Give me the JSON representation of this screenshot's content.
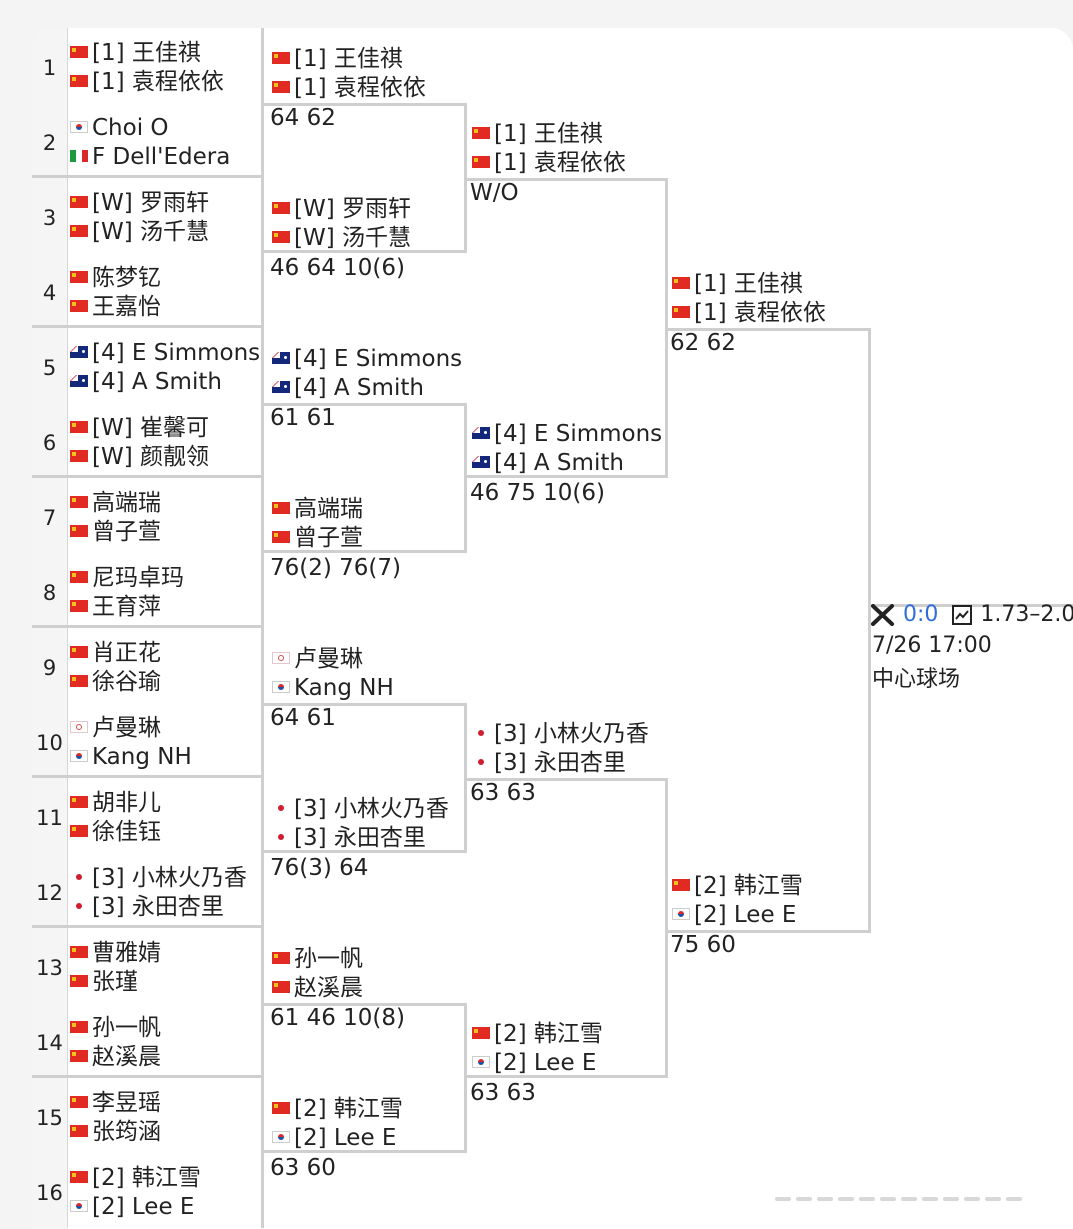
{
  "round1": [
    {
      "seed": "1",
      "players": [
        {
          "flag": "cn",
          "name": "[1] 王佳祺"
        },
        {
          "flag": "cn",
          "name": "[1] 袁程依依"
        }
      ]
    },
    {
      "seed": "2",
      "players": [
        {
          "flag": "kr",
          "name": "Choi O"
        },
        {
          "flag": "it",
          "name": "F Dell'Edera"
        }
      ]
    },
    {
      "seed": "3",
      "players": [
        {
          "flag": "cn",
          "name": "[W] 罗雨轩"
        },
        {
          "flag": "cn",
          "name": "[W] 汤千慧"
        }
      ]
    },
    {
      "seed": "4",
      "players": [
        {
          "flag": "cn",
          "name": "陈梦钇"
        },
        {
          "flag": "cn",
          "name": "王嘉怡"
        }
      ]
    },
    {
      "seed": "5",
      "players": [
        {
          "flag": "au",
          "name": "[4] E Simmons"
        },
        {
          "flag": "au",
          "name": "[4] A Smith"
        }
      ]
    },
    {
      "seed": "6",
      "players": [
        {
          "flag": "cn",
          "name": "[W] 崔馨可"
        },
        {
          "flag": "cn",
          "name": "[W] 颜靓领"
        }
      ]
    },
    {
      "seed": "7",
      "players": [
        {
          "flag": "cn",
          "name": "高端瑞"
        },
        {
          "flag": "cn",
          "name": "曾子萱"
        }
      ]
    },
    {
      "seed": "8",
      "players": [
        {
          "flag": "cn",
          "name": "尼玛卓玛"
        },
        {
          "flag": "cn",
          "name": "王育萍"
        }
      ]
    },
    {
      "seed": "9",
      "players": [
        {
          "flag": "cn",
          "name": "肖正花"
        },
        {
          "flag": "cn",
          "name": "徐谷瑜"
        }
      ]
    },
    {
      "seed": "10",
      "players": [
        {
          "flag": "tpe",
          "name": "卢曼琳"
        },
        {
          "flag": "kr",
          "name": "Kang NH"
        }
      ]
    },
    {
      "seed": "11",
      "players": [
        {
          "flag": "cn",
          "name": "胡非儿"
        },
        {
          "flag": "cn",
          "name": "徐佳钰"
        }
      ]
    },
    {
      "seed": "12",
      "players": [
        {
          "flag": "jp",
          "name": "[3] 小林火乃香"
        },
        {
          "flag": "jp",
          "name": "[3] 永田杏里"
        }
      ]
    },
    {
      "seed": "13",
      "players": [
        {
          "flag": "cn",
          "name": "曹雅婧"
        },
        {
          "flag": "cn",
          "name": "张瑾"
        }
      ]
    },
    {
      "seed": "14",
      "players": [
        {
          "flag": "cn",
          "name": "孙一帆"
        },
        {
          "flag": "cn",
          "name": "赵溪晨"
        }
      ]
    },
    {
      "seed": "15",
      "players": [
        {
          "flag": "cn",
          "name": "李昱瑶"
        },
        {
          "flag": "cn",
          "name": "张筠涵"
        }
      ]
    },
    {
      "seed": "16",
      "players": [
        {
          "flag": "cn",
          "name": "[2] 韩江雪"
        },
        {
          "flag": "kr",
          "name": "[2] Lee E"
        }
      ]
    }
  ],
  "round2": [
    {
      "players": [
        {
          "flag": "cn",
          "name": "[1] 王佳祺"
        },
        {
          "flag": "cn",
          "name": "[1] 袁程依依"
        }
      ],
      "score": "64 62"
    },
    {
      "players": [
        {
          "flag": "cn",
          "name": "[W] 罗雨轩"
        },
        {
          "flag": "cn",
          "name": "[W] 汤千慧"
        }
      ],
      "score": "46 64 10(6)"
    },
    {
      "players": [
        {
          "flag": "au",
          "name": "[4] E Simmons"
        },
        {
          "flag": "au",
          "name": "[4] A Smith"
        }
      ],
      "score": "61 61"
    },
    {
      "players": [
        {
          "flag": "cn",
          "name": "高端瑞"
        },
        {
          "flag": "cn",
          "name": "曾子萱"
        }
      ],
      "score": "76(2) 76(7)"
    },
    {
      "players": [
        {
          "flag": "tpe",
          "name": "卢曼琳"
        },
        {
          "flag": "kr",
          "name": "Kang NH"
        }
      ],
      "score": "64 61"
    },
    {
      "players": [
        {
          "flag": "jp",
          "name": "[3] 小林火乃香"
        },
        {
          "flag": "jp",
          "name": "[3] 永田杏里"
        }
      ],
      "score": "76(3) 64"
    },
    {
      "players": [
        {
          "flag": "cn",
          "name": "孙一帆"
        },
        {
          "flag": "cn",
          "name": "赵溪晨"
        }
      ],
      "score": "61 46 10(8)"
    },
    {
      "players": [
        {
          "flag": "cn",
          "name": "[2] 韩江雪"
        },
        {
          "flag": "kr",
          "name": "[2] Lee E"
        }
      ],
      "score": "63 60"
    }
  ],
  "round3": [
    {
      "players": [
        {
          "flag": "cn",
          "name": "[1] 王佳祺"
        },
        {
          "flag": "cn",
          "name": "[1] 袁程依依"
        }
      ],
      "score": "W/O"
    },
    {
      "players": [
        {
          "flag": "au",
          "name": "[4] E Simmons"
        },
        {
          "flag": "au",
          "name": "[4] A Smith"
        }
      ],
      "score": "46 75 10(6)"
    },
    {
      "players": [
        {
          "flag": "jp",
          "name": "[3] 小林火乃香"
        },
        {
          "flag": "jp",
          "name": "[3] 永田杏里"
        }
      ],
      "score": "63 63"
    },
    {
      "players": [
        {
          "flag": "cn",
          "name": "[2] 韩江雪"
        },
        {
          "flag": "kr",
          "name": "[2] Lee E"
        }
      ],
      "score": "63 63"
    }
  ],
  "round4": [
    {
      "players": [
        {
          "flag": "cn",
          "name": "[1] 王佳祺"
        },
        {
          "flag": "cn",
          "name": "[1] 袁程依依"
        }
      ],
      "score": "62 62"
    },
    {
      "players": [
        {
          "flag": "cn",
          "name": "[2] 韩江雪"
        },
        {
          "flag": "kr",
          "name": "[2] Lee E"
        }
      ],
      "score": "75 60"
    }
  ],
  "final": {
    "odds_link": "0:0",
    "odds": "1.73–2.0",
    "datetime": "7/26 17:00",
    "venue": "中心球场"
  },
  "icons": {
    "match": "tennis-icon",
    "odds": "line-chart-icon",
    "scroll": "page-indicator"
  }
}
